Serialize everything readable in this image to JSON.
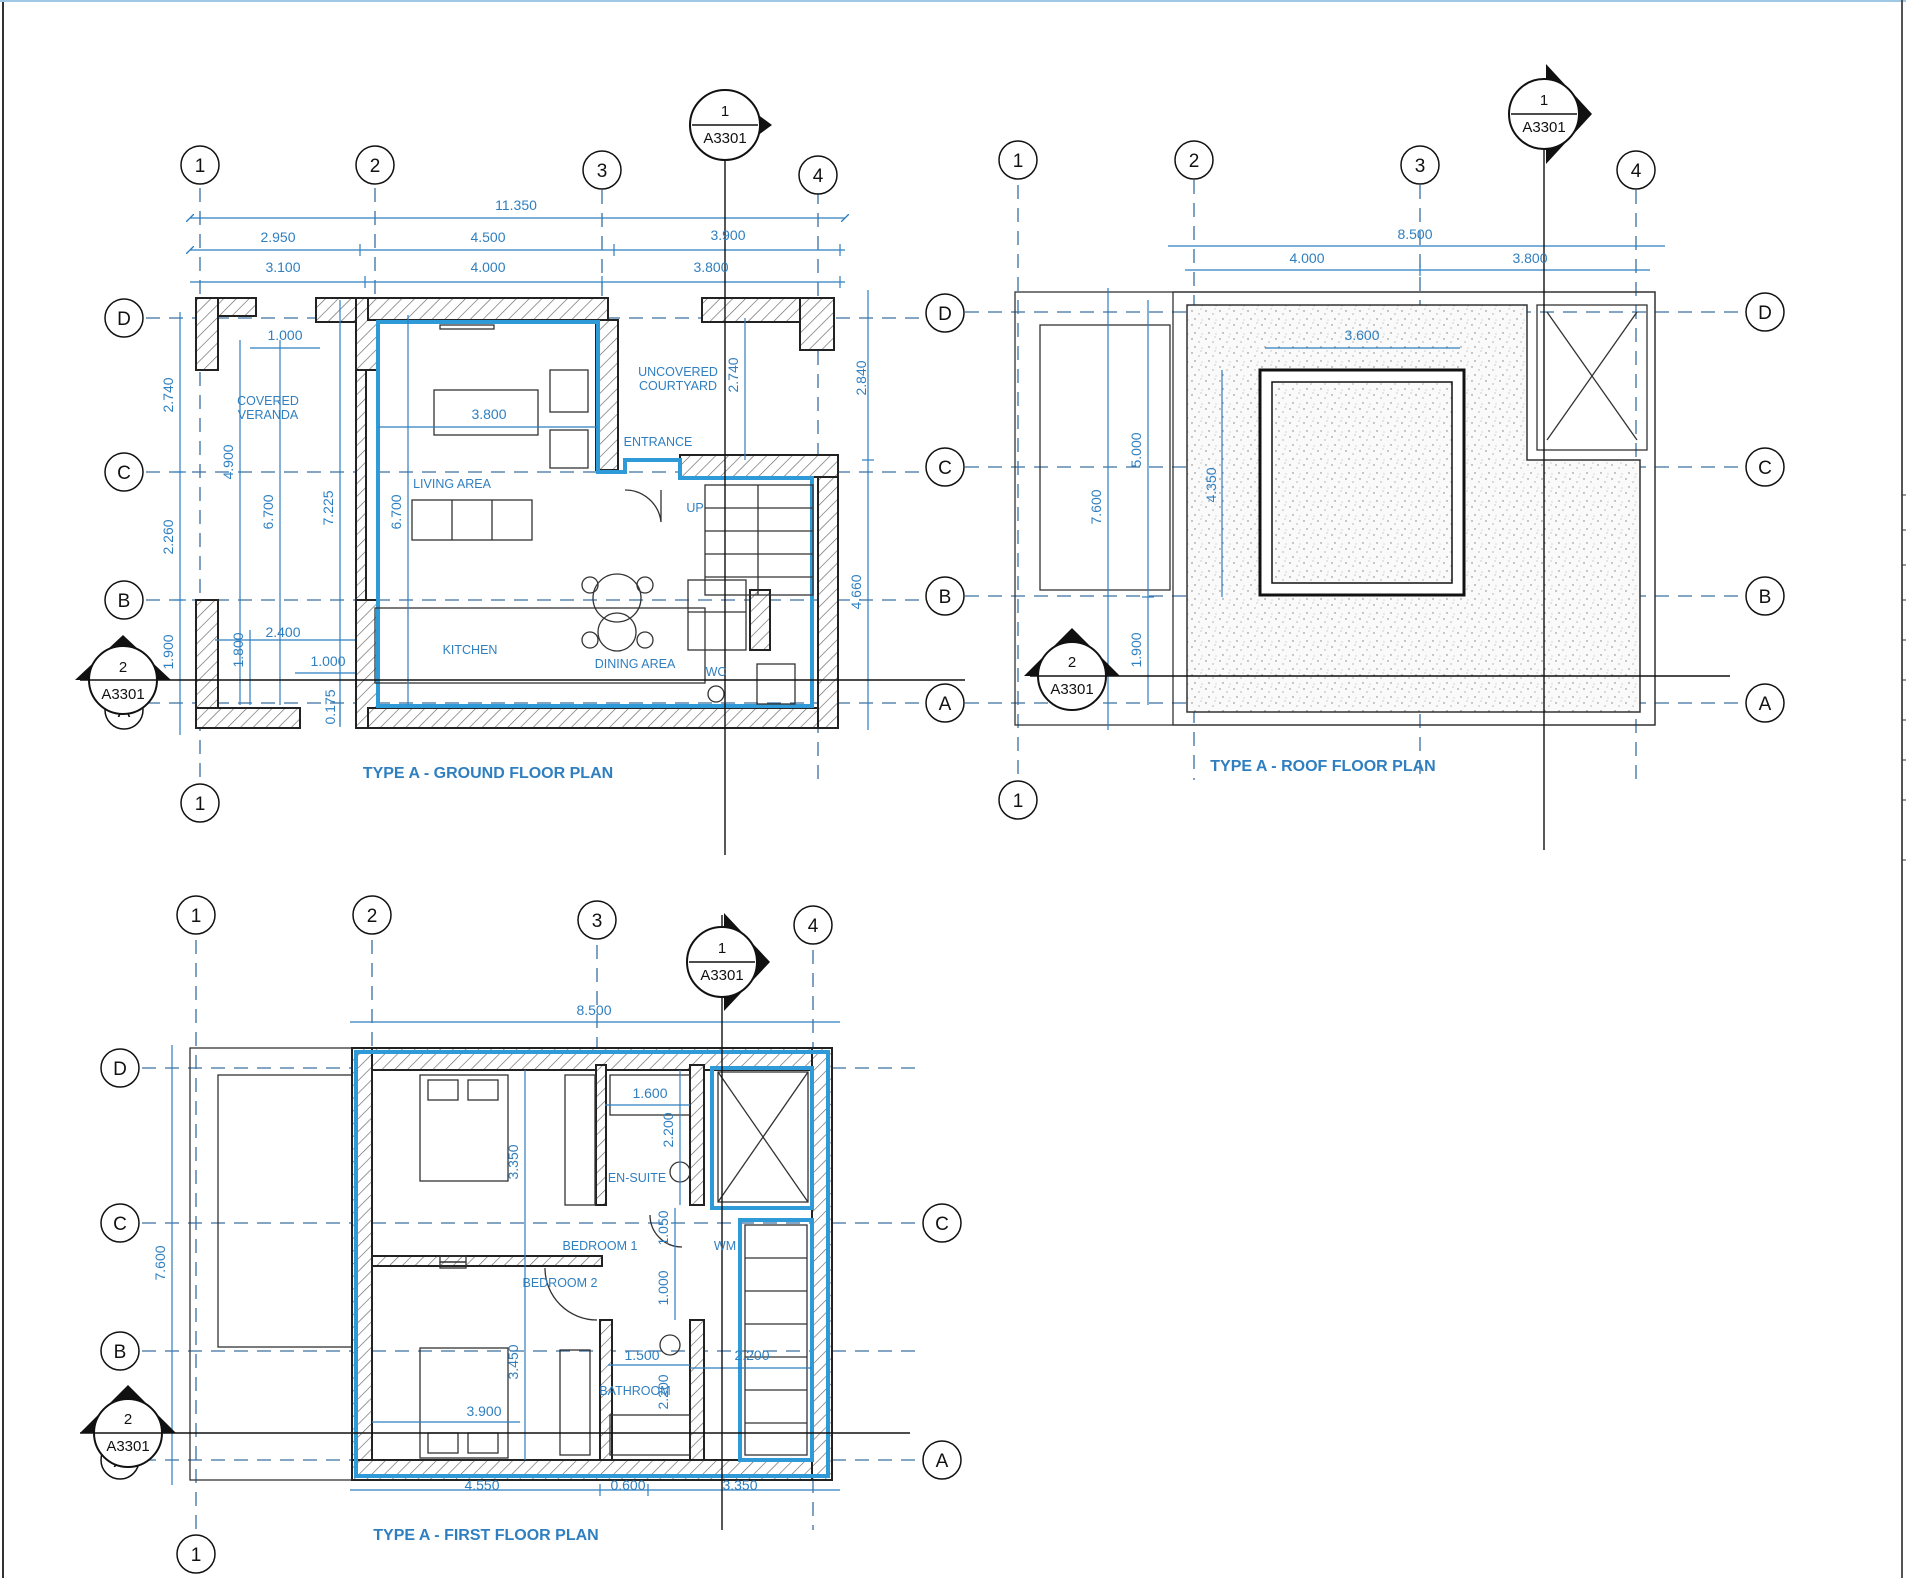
{
  "plans": {
    "ground": {
      "title": "TYPE A - GROUND FLOOR PLAN",
      "grid_cols": [
        "1",
        "2",
        "3",
        "4"
      ],
      "grid_rows": [
        "D",
        "C",
        "B",
        "A"
      ],
      "dims": {
        "overall": "11.350",
        "top1": "2.950",
        "top2": "4.500",
        "top3": "3.900",
        "mid1": "3.100",
        "mid2": "4.000",
        "mid3": "3.800",
        "ver_1000": "1.000",
        "lr_3800": "3.800",
        "left_2740": "2.740",
        "left_2260": "2.260",
        "left_1900": "1.900",
        "v_4900": "4.900",
        "v_6700a": "6.700",
        "v_7225": "7.225",
        "v_6700b": "6.700",
        "v_1800": "1.800",
        "v_0175": "0.175",
        "h_2400": "2.400",
        "h_1000b": "1.000",
        "court_2740": "2.740",
        "right_2840": "2.840",
        "right_4660": "4.660"
      },
      "rooms": {
        "covered_veranda_1": "COVERED",
        "covered_veranda_2": "VERANDA",
        "courtyard_1": "UNCOVERED",
        "courtyard_2": "COURTYARD",
        "entrance": "ENTRANCE",
        "living": "LIVING AREA",
        "up": "UP",
        "kitchen": "KITCHEN",
        "dining": "DINING AREA",
        "wc": "WC"
      }
    },
    "roof": {
      "title": "TYPE A - ROOF FLOOR PLAN",
      "grid_cols": [
        "1",
        "2",
        "3",
        "4"
      ],
      "grid_rows": [
        "D",
        "C",
        "B",
        "A"
      ],
      "dims": {
        "overall": "8.500",
        "d1": "4.000",
        "d2": "3.800",
        "inner": "3.600",
        "v_7600": "7.600",
        "v_5000": "5.000",
        "v_4350": "4.350",
        "v_1900": "1.900"
      }
    },
    "first": {
      "title": "TYPE A - FIRST FLOOR PLAN",
      "grid_cols": [
        "1",
        "2",
        "3",
        "4"
      ],
      "grid_rows": [
        "D",
        "C",
        "B",
        "A"
      ],
      "dims": {
        "overall": "8.500",
        "v_7600": "7.600",
        "b1_3350": "3.350",
        "en_1600": "1.600",
        "en_2200": "2.200",
        "h_1050": "1.050",
        "h_1000": "1.000",
        "bath_1500": "1.500",
        "st_2200": "2.200",
        "b2_3450": "3.450",
        "bath_2": "2.200",
        "w_3900": "3.900",
        "bot1": "4.550",
        "bot2": "0.600",
        "bot3": "3.350"
      },
      "rooms": {
        "ensuite": "EN-SUITE",
        "bedroom1": "BEDROOM 1",
        "wm": "WM",
        "bedroom2": "BEDROOM 2",
        "bathroom": "BATHROOM"
      }
    }
  },
  "section_marks": {
    "s1_num": "1",
    "s1_sheet": "A3301",
    "s2_num": "2",
    "s2_sheet": "A3301"
  },
  "colors": {
    "dimension": "#2f7fc0",
    "insulation": "#2f9ad8",
    "linework": "#222222"
  }
}
